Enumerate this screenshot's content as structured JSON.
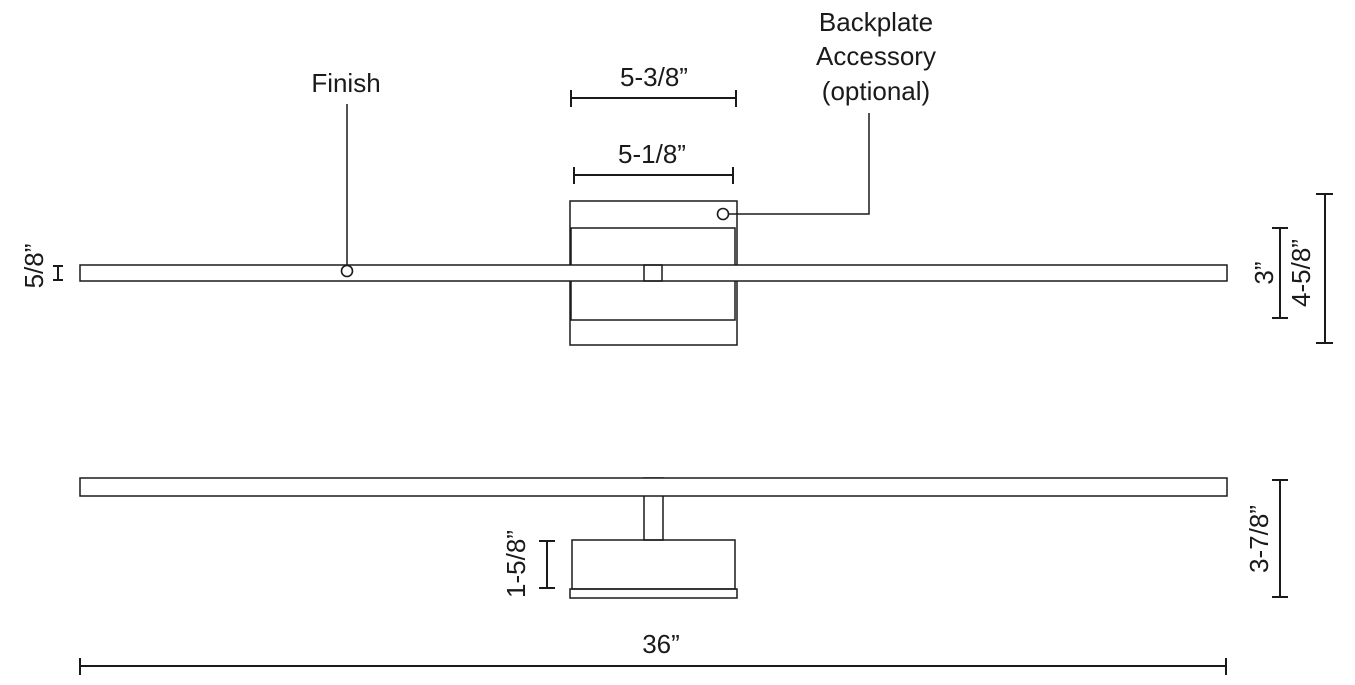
{
  "callouts": {
    "finish": "Finish",
    "backplate_line1": "Backplate",
    "backplate_line2": "Accessory",
    "backplate_line3": "(optional)"
  },
  "dimensions": {
    "backplate_width": "5-3/8”",
    "canopy_width": "5-1/8”",
    "bar_height": "5/8”",
    "canopy_height": "3”",
    "backplate_height": "4-5/8”",
    "canopy_depth": "1-5/8”",
    "extension": "3-7/8”",
    "overall_width": "36”"
  },
  "colors": {
    "line": "#1a1a1a",
    "background": "#ffffff"
  }
}
